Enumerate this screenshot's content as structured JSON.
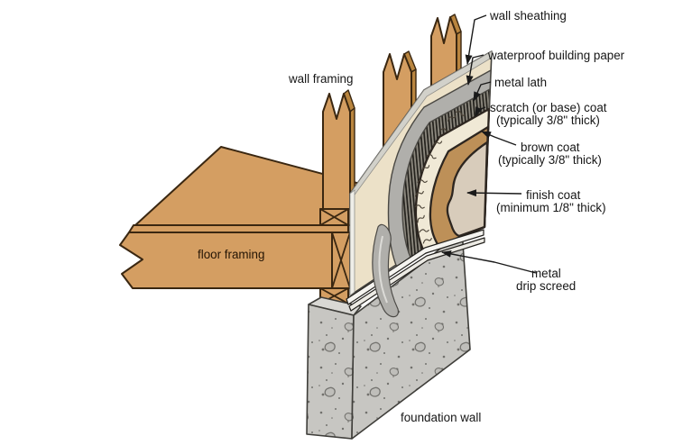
{
  "diagram": {
    "kind": "stucco-wall-construction-detail",
    "labels": {
      "wall_sheathing": "wall sheathing",
      "waterproof_building_paper": "waterproof building paper",
      "metal_lath": "metal lath",
      "scratch_coat": {
        "line1": "scratch (or base) coat",
        "line2": "(typically 3/8\" thick)"
      },
      "brown_coat": {
        "line1": "brown coat",
        "line2": "(typically 3/8\" thick)"
      },
      "finish_coat": {
        "line1": "finish coat",
        "line2": "(minimum 1/8\" thick)"
      },
      "metal_drip_screed": {
        "line1": "metal",
        "line2": "drip screed"
      },
      "wall_framing": "wall framing",
      "floor_framing": "floor framing",
      "foundation_wall": "foundation wall"
    },
    "colors": {
      "wood": "#d49e62",
      "wood_side": "#b9853f",
      "sheathing": "#ece1c8",
      "sheathing_edge": "#d2d1ca",
      "paper": "#b0afab",
      "paper_highlight": "#dcdbd7",
      "lath_base": "#8c887e",
      "scratch": "#f0e9d6",
      "brown": "#bd9058",
      "finish": "#d8ccbb",
      "concrete": "#c7c6c2",
      "screed": "#f5f4f0",
      "screed_lower": "#eceae4",
      "outline": "#3a2711",
      "text": "#161616",
      "background": "#ffffff"
    }
  }
}
